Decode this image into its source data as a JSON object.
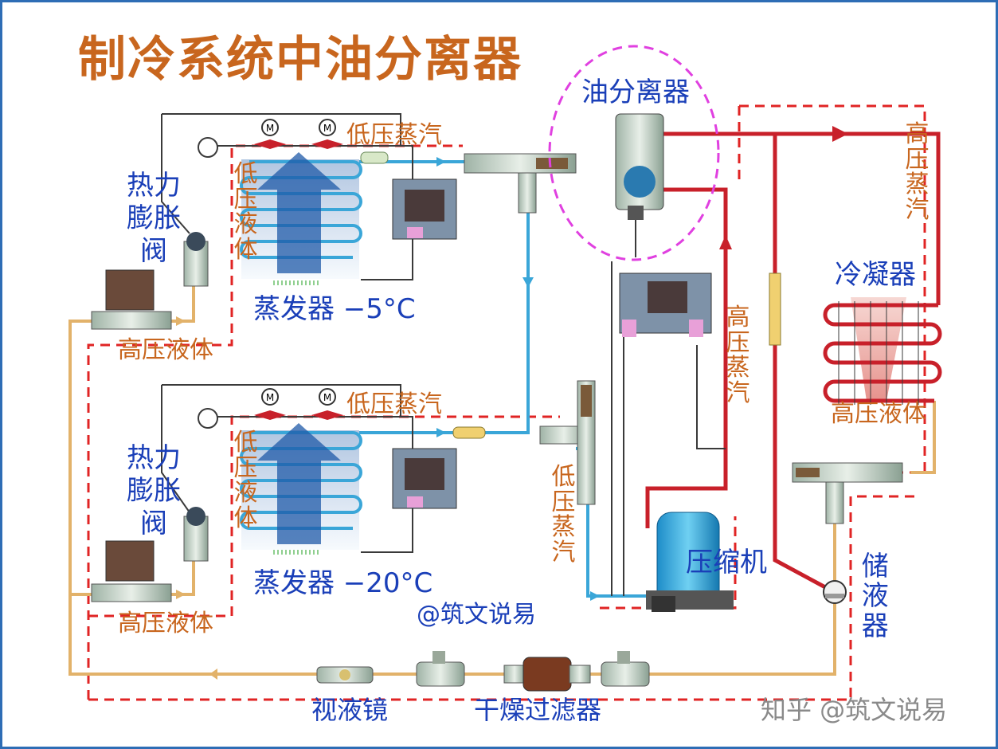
{
  "title": "制冷系统中油分离器",
  "labels": {
    "oil_separator": "油分离器",
    "thermal_expansion_valve_1": "热力膨胀阀",
    "thermal_expansion_valve_2": "热力膨胀阀",
    "low_pressure_vapor_1": "低压蒸汽",
    "low_pressure_vapor_2": "低压蒸汽",
    "low_pressure_vapor_vertical": "低压蒸汽",
    "low_pressure_liquid_1": "低压液体",
    "low_pressure_liquid_2": "低压液体",
    "high_pressure_liquid_1": "高压液体",
    "high_pressure_liquid_2": "高压液体",
    "high_pressure_liquid_condenser": "高压液体",
    "high_pressure_vapor_right": "高压蒸汽",
    "high_pressure_vapor_middle": "高压蒸汽",
    "evaporator_1": "蒸发器 −5°C",
    "evaporator_2": "蒸发器 −20°C",
    "condenser": "冷凝器",
    "compressor": "压缩机",
    "receiver": "储液器",
    "sight_glass": "视液镜",
    "filter_drier": "干燥过滤器",
    "credit_center": "@筑文说易",
    "watermark": "知乎 @筑文说易"
  },
  "colors": {
    "title": "#c8661e",
    "blue_label": "#1a3fb8",
    "orange_label": "#c8661e",
    "low_pressure_line": "#3aa6d8",
    "high_pressure_line": "#c8202a",
    "liquid_line": "#e2b26a",
    "dashed_boundary": "#e02424",
    "oil_separator_circle": "#e040e0",
    "frame": "#2e6db5"
  },
  "icons": [
    "fan-motor-icon",
    "expansion-valve-icon",
    "solenoid-valve-icon",
    "pressure-switch-icon",
    "oil-separator-icon",
    "compressor-icon",
    "condenser-coil-icon",
    "receiver-icon",
    "sight-glass-icon",
    "filter-drier-icon",
    "check-valve-icon"
  ]
}
